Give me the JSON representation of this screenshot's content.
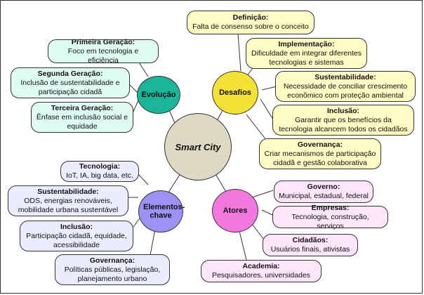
{
  "center": {
    "label": "Smart City",
    "color": "#ddd9c3"
  },
  "hubs": {
    "evolucao": {
      "label": "Evolução",
      "color": "#19b69a"
    },
    "desafios": {
      "label": "Desafios",
      "color": "#f4e135"
    },
    "elementos": {
      "label": "Elementos-chave",
      "color": "#9b92f4"
    },
    "atores": {
      "label": "Atores",
      "color": "#f278e0"
    }
  },
  "evolucao": [
    {
      "title": "Primeira Geração:",
      "text": "Foco em tecnologia e eficiência"
    },
    {
      "title": "Segunda Geração:",
      "text": "Inclusão de sustentabilidade e participação cidadã"
    },
    {
      "title": "Terceira Geração:",
      "text": "Ênfase em inclusão social e equidade"
    }
  ],
  "desafios": [
    {
      "title": "Definição:",
      "text": "Falta de consenso sobre o conceito"
    },
    {
      "title": "Implementação:",
      "text": "Dificuldade em integrar diferentes tecnologias e sistemas"
    },
    {
      "title": "Sustentabilidade:",
      "text": "Necessidade de conciliar crescimento econômico com proteção ambiental"
    },
    {
      "title": "Inclusão:",
      "text": "Garantir que os benefícios da tecnologia alcancem todos os cidadãos"
    },
    {
      "title": "Governança:",
      "text": "Criar mecanismos de participação cidadã e gestão colaborativa"
    }
  ],
  "elementos": [
    {
      "title": "Tecnologia:",
      "text": "IoT, IA, big data, etc."
    },
    {
      "title": "Sustentabilidade:",
      "text": "ODS, energias renováveis, mobilidade urbana sustentável"
    },
    {
      "title": "Inclusão:",
      "text": "Participação cidadã, equidade, acessibilidade"
    },
    {
      "title": "Governança:",
      "text": "Políticas públicas, legislação, planejamento urbano"
    }
  ],
  "atores": [
    {
      "title": "Governo:",
      "text": "Municipal, estadual, federal"
    },
    {
      "title": "Empresas:",
      "text": "Tecnologia, construção, serviços"
    },
    {
      "title": "Cidadãos:",
      "text": "Usuários finais, ativistas"
    },
    {
      "title": "Academia:",
      "text": "Pesquisadores, universidades"
    }
  ]
}
